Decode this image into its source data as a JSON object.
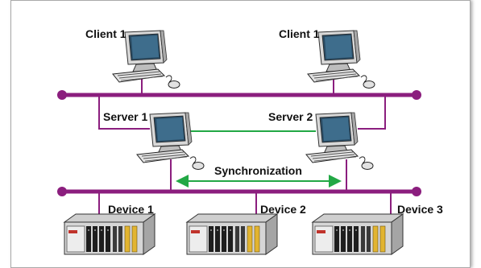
{
  "labels": {
    "client_left": "Client 1",
    "client_right": "Client 1",
    "server_left": "Server 1",
    "server_right": "Server 2",
    "sync": "Synchronization",
    "device_1": "Device 1",
    "device_2": "Device 2",
    "device_3": "Device 3"
  },
  "colors": {
    "bus": "#8b1e7e",
    "sync_link": "#22a845",
    "sync_arrow": "#22a845",
    "text": "#111111"
  }
}
